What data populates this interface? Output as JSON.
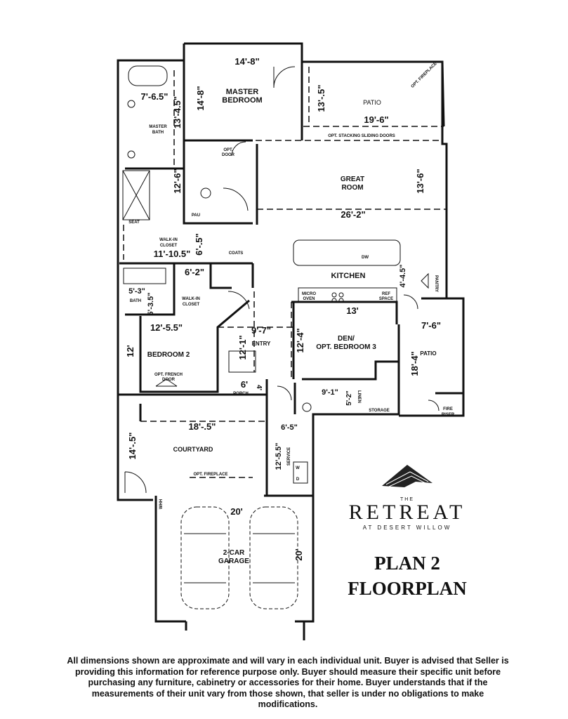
{
  "rooms": {
    "master_bedroom": [
      "MASTER",
      "BEDROOM"
    ],
    "patio_top": "PATIO",
    "master_bath": [
      "MASTER",
      "BATH"
    ],
    "great_room": [
      "GREAT",
      "ROOM"
    ],
    "kitchen": "KITCHEN",
    "walkin_closet_1": [
      "WALK-IN",
      "CLOSET"
    ],
    "walkin_closet_2": [
      "WALK-IN",
      "CLOSET"
    ],
    "bath": "BATH",
    "entry": "ENTRY",
    "den": [
      "DEN/",
      "OPT. BEDROOM 3"
    ],
    "patio_right": "PATIO",
    "bedroom2": "BEDROOM 2",
    "porch": "PORCH",
    "storage": "STORAGE",
    "fire_riser": [
      "FIRE",
      "RISER"
    ],
    "courtyard": "COURTYARD",
    "service": "SERVICE",
    "garage": [
      "2-CAR",
      "GARAGE"
    ],
    "linen": "LINEN",
    "coats": "COATS",
    "pantry": "PANTRY",
    "pau": "PAU",
    "seat": "SEAT",
    "dw": "DW",
    "micro_oven": [
      "MICRO",
      "OVEN"
    ],
    "ref_space": [
      "REF",
      "SPACE"
    ],
    "whh": "WHH",
    "w": "W",
    "d": "D"
  },
  "notes": {
    "opt_door": [
      "OPT.",
      "DOOR"
    ],
    "opt_fireplace_top": "OPT. FIREPLACE",
    "opt_stacking": "OPT. STACKING SLIDING DOORS",
    "opt_french_door": [
      "OPT. FRENCH",
      "DOOR"
    ],
    "opt_fireplace_courtyard": "OPT. FIREPLACE"
  },
  "dimensions": {
    "master_w": "14'-8\"",
    "master_h": "14'-8\"",
    "patio_top_w": "19'-6\"",
    "patio_top_h": "13'-.5\"",
    "bath_w": "7'-6.5\"",
    "bath_h": "13'-4.5\"",
    "hall_h": "12'-6\"",
    "great_w": "26'-2\"",
    "great_h": "13'-6\"",
    "closet_w": "11'-10.5\"",
    "closet_h": "6'-.5\"",
    "closet2_w": "6'-2\"",
    "bath2_w": "5'-3\"",
    "bath2_h": "5'-3.5\"",
    "bed2_w": "12'-5.5\"",
    "bed2_h": "12'",
    "entry_w": "9'-7\"",
    "entry_h": "12'-1\"",
    "den_w": "13'",
    "den_h": "12'-4\"",
    "patio_r_w": "7'-6\"",
    "patio_r_h": "18'-4\"",
    "kitchen_h": "4'-4.5\"",
    "hall2_w": "9'-1\"",
    "linen": "5'-2\"",
    "porch_w": "6'",
    "porch_h": "4'",
    "service_w": "6'-5\"",
    "service_h": "12'-5.5\"",
    "court_w": "18'-.5\"",
    "court_h": "14'-.5\"",
    "garage_w": "20'",
    "garage_h": "20'"
  },
  "brand": {
    "the": "THE",
    "name": "RETREAT",
    "sub": "AT DESERT WILLOW"
  },
  "plan_title": [
    "PLAN 2",
    "FLOORPLAN"
  ],
  "disclaimer": "All dimensions shown are approximate and will vary in each individual unit. Buyer is advised that Seller is providing this information for reference purpose only. Buyer should measure their specific unit before purchasing any furniture, cabinetry or accessories for their home. Buyer understands that if the measurements of their unit vary from those shown, that seller is under no obligations to make modifications."
}
